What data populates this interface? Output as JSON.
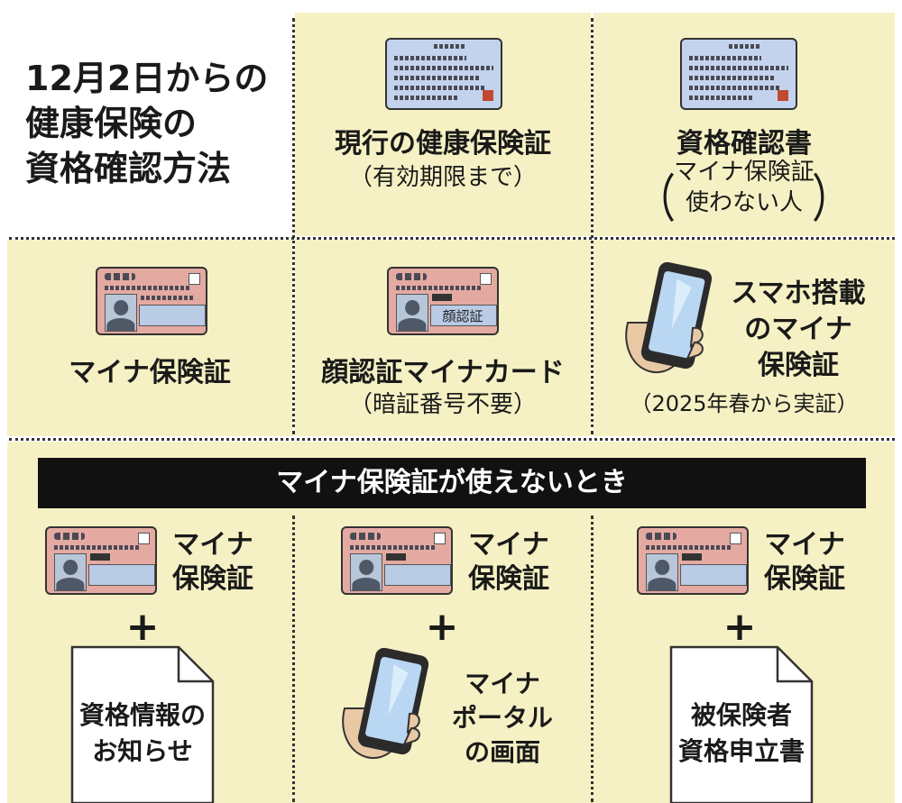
{
  "title_lines": [
    "12月2日からの",
    "健康保険の",
    "資格確認方法"
  ],
  "row1": {
    "current_card": {
      "label": "現行の健康保険証",
      "note": "（有効期限まで）"
    },
    "qualification_cert": {
      "label": "資格確認書",
      "note_lines": [
        "マイナ保険証",
        "使わない人"
      ],
      "paren_open": "（",
      "paren_close": "）"
    }
  },
  "row2": {
    "myna_insurance": {
      "label": "マイナ保険証"
    },
    "face_auth": {
      "label": "顔認証マイナカード",
      "note": "（暗証番号不要）",
      "card_tag": "顔認証"
    },
    "smartphone": {
      "label_lines": [
        "スマホ搭載",
        "のマイナ",
        "保険証"
      ],
      "note": "（2025年春から実証）"
    }
  },
  "row3": {
    "banner": "マイナ保険証が使えないとき",
    "plus": "+",
    "columns": [
      {
        "card_label_lines": [
          "マイナ",
          "保険証"
        ],
        "item_lines": [
          "資格情報の",
          "お知らせ"
        ]
      },
      {
        "card_label_lines": [
          "マイナ",
          "保険証"
        ],
        "item_lines": [
          "マイナ",
          "ポータル",
          "の画面"
        ]
      },
      {
        "card_label_lines": [
          "マイナ",
          "保険証"
        ],
        "item_lines": [
          "被保険者",
          "資格申立書"
        ]
      }
    ]
  },
  "colors": {
    "cell_bg": "#f6f1c4",
    "card_blue": "#c3d3ee",
    "card_pink": "#e4aaa2",
    "banner_bg": "#111111"
  },
  "icons": [
    "health-insurance-card-icon",
    "my-number-card-icon",
    "smartphone-icon",
    "document-icon"
  ]
}
